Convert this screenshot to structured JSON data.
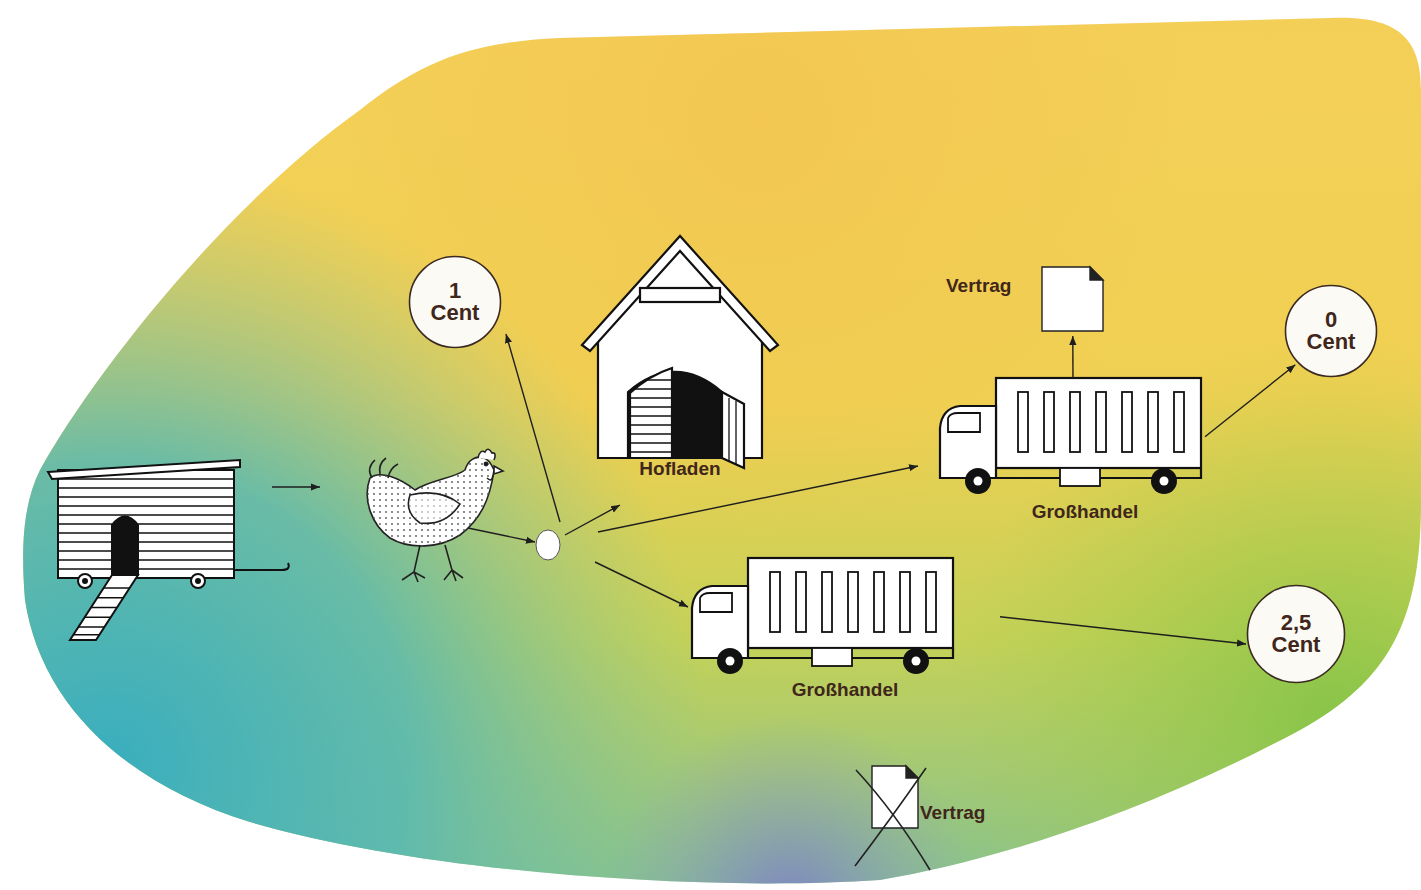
{
  "diagram": {
    "nodes": [
      {
        "text": [
          "1 Cent"
        ]
      },
      {
        "text": [
          "Hofladen"
        ]
      },
      {
        "text": [
          "Vertrag"
        ]
      },
      {
        "text": [
          "Großhandel"
        ]
      },
      {
        "text": [
          "0 Cent"
        ]
      },
      {
        "text": [
          "Großhandel"
        ]
      },
      {
        "text": [
          "2,5 Cent"
        ]
      },
      {
        "text": [
          "Vertrag"
        ]
      }
    ],
    "edges": [
      {
        "from": 3,
        "to": 2,
        "arrow": "to"
      },
      {
        "from": 3,
        "to": 4,
        "arrow": "to"
      },
      {
        "from": 5,
        "to": 6,
        "arrow": "to"
      }
    ]
  }
}
